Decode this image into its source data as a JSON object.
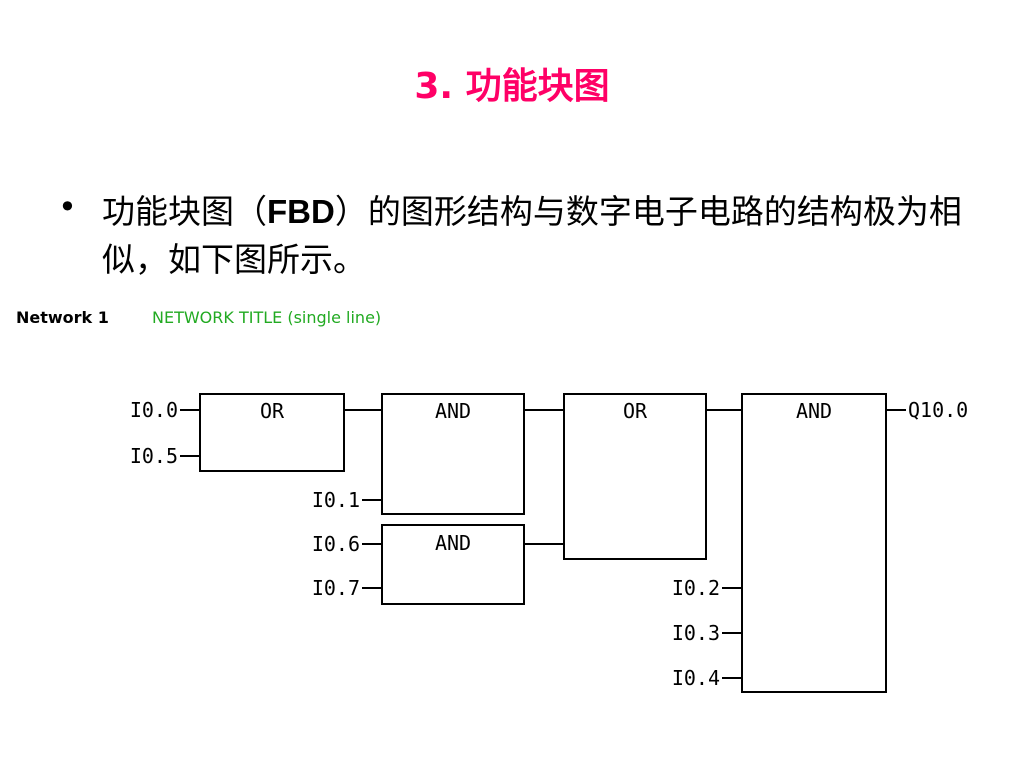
{
  "slide": {
    "title": "3. 功能块图",
    "bullet_symbol": "•",
    "bullet_before": "功能块图（",
    "bullet_bold": "FBD",
    "bullet_after": "）的图形结构与数字电子电路的结构极为相似，如下图所示。"
  },
  "network": {
    "label": "Network 1",
    "title": "NETWORK TITLE (single line)"
  },
  "fbd": {
    "gates": {
      "or1": "OR",
      "and1": "AND",
      "and2": "AND",
      "or2": "OR",
      "and3": "AND"
    },
    "inputs": {
      "i00": "I0.0",
      "i05": "I0.5",
      "i01": "I0.1",
      "i06": "I0.6",
      "i07": "I0.7",
      "i02": "I0.2",
      "i03": "I0.3",
      "i04": "I0.4"
    },
    "output": "Q10.0"
  },
  "colors": {
    "title": "#ff0066",
    "network_title": "#22aa22"
  }
}
